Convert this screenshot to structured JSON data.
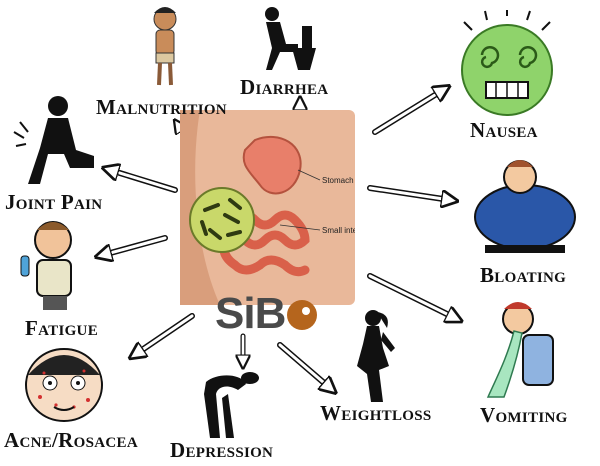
{
  "center": {
    "logo_text": "SiB",
    "organ_labels": [
      "Stomach",
      "Small intestine"
    ]
  },
  "symptoms": {
    "malnutrition": "Malnutrition",
    "diarrhea": "Diarrhea",
    "nausea": "Nausea",
    "joint_pain": "Joint Pain",
    "bloating": "Bloating",
    "fatigue": "Fatigue",
    "vomiting": "Vomiting",
    "weightloss": "Weightloss",
    "acne_rosacea": "Acne/Rosacea",
    "depression": "Depression"
  },
  "icons": [
    "malnourished-boy-icon",
    "toilet-person-icon",
    "nausea-face-icon",
    "knee-pain-person-icon",
    "bloated-man-icon",
    "tired-man-icon",
    "vomiting-man-icon",
    "woman-silhouette-icon",
    "acne-face-icon",
    "depressed-person-icon"
  ],
  "colors": {
    "logo_accent": "#b5651d",
    "nausea_face": "#8fd36b",
    "stomach": "#e87f6a",
    "bacteria_bg": "#c9d86a"
  }
}
